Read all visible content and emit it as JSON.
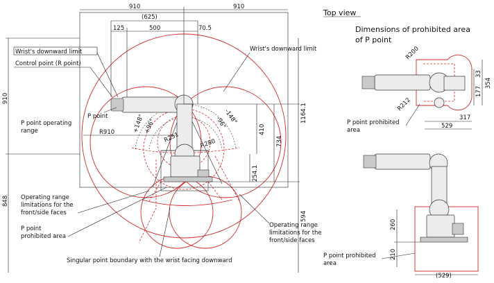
{
  "top_dims": {
    "d910_left": "910",
    "d910_right": "910",
    "d625": "(625)",
    "d125": "125",
    "d500": "500",
    "d70_5": "70.5"
  },
  "left_dims": {
    "d910": "910",
    "d848": "848"
  },
  "right_dims": {
    "d1164_1": "1164.1",
    "d734": "734",
    "d410": "410",
    "d254_1": "254.1",
    "d594": "594"
  },
  "labels": {
    "wrist_limit_left": "Wrist's downward limit",
    "wrist_limit_right": "Wrist's downward limit",
    "control_point": "Control point (R point)",
    "p_point": "P point",
    "p_operating_line1": "P point operating",
    "p_operating_line2": "range",
    "r910": "R910",
    "r251": "R251",
    "r280": "R280",
    "a148_pos": "+148°",
    "a96_pos": "+96°",
    "a148_neg": "-148°",
    "a96_neg": "-96°",
    "op_limit_left_1": "Operating range",
    "op_limit_left_2": "limitations for the",
    "op_limit_left_3": "front/side faces",
    "p_prohib_left_1": "P point",
    "p_prohib_left_2": "prohibited area",
    "op_limit_right_1": "Operating range",
    "op_limit_right_2": "limitations for the",
    "op_limit_right_3": "front/side faces",
    "singular": "Singular point boundary with the wrist facing downward"
  },
  "top_view": {
    "title": "Top view",
    "dims_title_1": "Dimensions of prohibited area",
    "dims_title_2": "of P point",
    "r200": "R200",
    "r212": "R212",
    "d33": "33",
    "d177": "177",
    "d354": "354",
    "d317": "317",
    "d529": "529",
    "prohib_1": "P point prohibited",
    "prohib_2": "area"
  },
  "side_view": {
    "d260": "260",
    "d210": "210",
    "d529p": "(529)",
    "prohib_1": "P point prohibited",
    "prohib_2": "area"
  },
  "colors": {
    "boundary": "#d6262a",
    "line": "#222222",
    "robot_fill": "#ececec"
  }
}
